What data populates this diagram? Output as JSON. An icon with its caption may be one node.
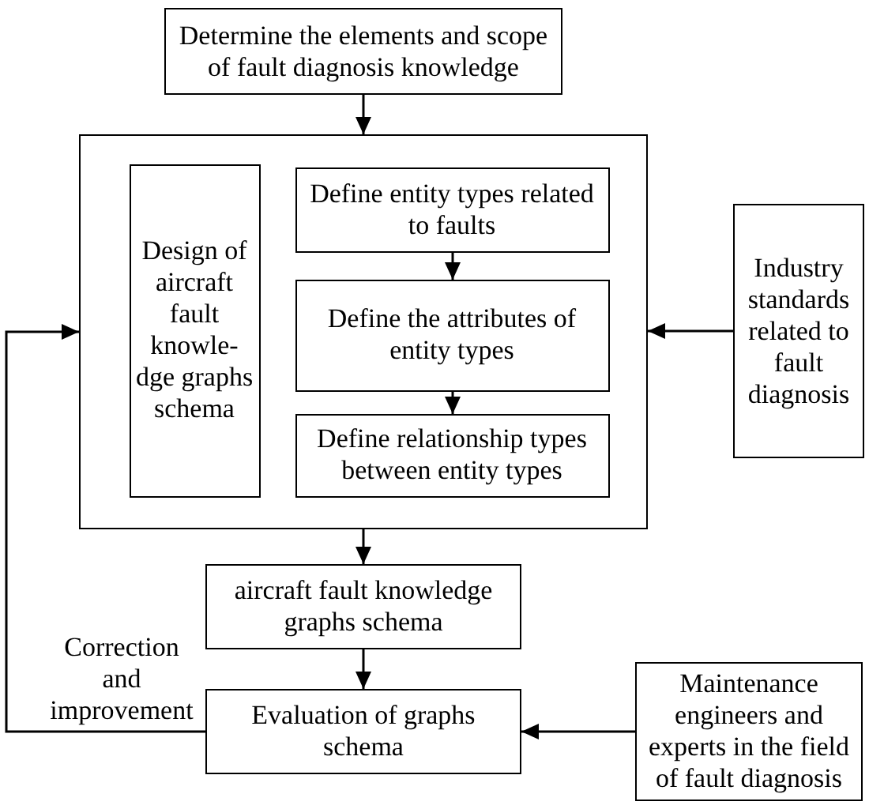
{
  "diagram": {
    "nodes": [
      {
        "text": [
          "Determine the elements and scope of fault diagnosis knowledge"
        ]
      },
      {
        "text": [],
        "shape": "box"
      },
      {
        "text": [
          "Design of aircraft fault knowle- dge graphs schema"
        ],
        "in": 1
      },
      {
        "text": [
          "Define entity types related to faults"
        ],
        "in": 1
      },
      {
        "text": [
          "Define the attributes of entity types"
        ],
        "in": 1
      },
      {
        "text": [
          "Define relationship types between entity types"
        ],
        "in": 1
      },
      {
        "text": [
          "Industry standards related to fault diagnosis"
        ]
      },
      {
        "text": [
          "aircraft fault knowledge graphs schema"
        ]
      },
      {
        "text": [
          "Evaluation of graphs schema"
        ]
      },
      {
        "text": [
          "Maintenance engineers and experts in the field of fault diagnosis"
        ]
      }
    ],
    "edges": [
      {
        "from": 0,
        "to": 1,
        "arrow": "to"
      },
      {
        "from": 3,
        "to": 4,
        "arrow": "to"
      },
      {
        "from": 4,
        "to": 5,
        "arrow": "to"
      },
      {
        "from": 6,
        "to": 1,
        "arrow": "to"
      },
      {
        "from": 1,
        "to": 7,
        "arrow": "to"
      },
      {
        "from": 7,
        "to": 8,
        "arrow": "to"
      },
      {
        "from": 8,
        "to": 1,
        "arrow": "to",
        "label": "Correction and improvement"
      },
      {
        "from": 9,
        "to": 8,
        "arrow": "to"
      }
    ]
  }
}
